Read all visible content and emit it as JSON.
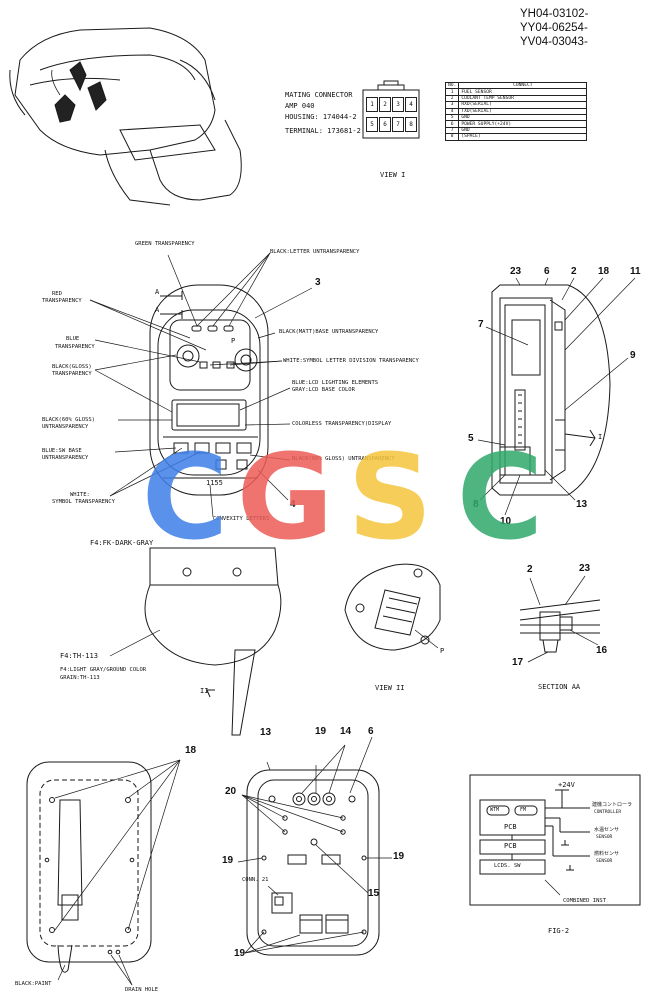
{
  "header_codes": [
    "YH04-03102-",
    "YY04-06254-",
    "YV04-03043-"
  ],
  "connector_info": {
    "mating": "MATING CONNECTOR",
    "amp": "AMP 040",
    "housing": "HOUSING: 174044-2",
    "terminal": "TERMINAL: 173681-2",
    "pins": [
      "1",
      "2",
      "3",
      "4",
      "5",
      "6",
      "7",
      "8"
    ],
    "table_header": [
      "NO.",
      "CONNECT"
    ],
    "rows": [
      [
        "1",
        "FUEL SENSOR"
      ],
      [
        "2",
        "COOLANT TEMP SENSOR"
      ],
      [
        "3",
        "RXD(SERIAL)"
      ],
      [
        "4",
        "TXD(SERIAL)"
      ],
      [
        "5",
        "GND"
      ],
      [
        "6",
        "POWER SUPPLY(+24V)"
      ],
      [
        "7",
        "GND"
      ],
      [
        "8",
        "(SPACE)"
      ]
    ]
  },
  "views": {
    "view1": "VIEW I",
    "view2": "VIEW II",
    "section": "SECTION AA",
    "fig2": "FIG-2",
    "combined": "COMBINED INST"
  },
  "labels": {
    "green_transparency": "GREEN TRANSPARENCY",
    "black_letter_untransparency": "BLACK:LETTER UNTRANSPARENCY",
    "red_transparency_1": "RED",
    "red_transparency_2": "TRANSPARENCY",
    "black_matt": "BLACK(MATT)BASE UNTRANSPARENCY",
    "blue_transparency_1": "BLUE",
    "blue_transparency_2": "TRANSPARENCY",
    "white_symbol_letter": "WHITE:SYMBOL LETTER DIVISION TRANSPARENCY",
    "black_gloss_1": "BLACK(GLOSS)",
    "black_gloss_2": "TRANSPARENCY",
    "blue_lcd_1": "BLUE:LCD LIGHTING ELEMENTS",
    "blue_lcd_2": "GRAY:LCD BASE COLOR",
    "black_60_1": "BLACK(60% GLOSS)",
    "black_60_2": "UNTRANSPARENCY",
    "colorless": "COLORLESS TRANSPARENCY(DISPLAY",
    "blue_sw_1": "BLUE:SW BASE",
    "blue_sw_2": "UNTRANSPARENCY",
    "black_60_untr": "BLACK(60% GLOSS) UNTRANSPARENCY",
    "white_symbol_1": "WHITE:",
    "white_symbol_2": "SYMBOL TRANSPARENCY",
    "convexity": "CONVEXITY LETTERS",
    "f4_fk": "F4:FK-DARK-GRAY",
    "f4_th": "F4:TH-113",
    "f4_light_1": "F4:LIGHT GRAY/GROUND COLOR",
    "f4_light_2": "GRAIN:TH-113",
    "marker_a_top": "A",
    "marker_a_bottom": "A",
    "marker_ii": "II",
    "marker_i": "I",
    "marker_p1": "P",
    "marker_p2": "P",
    "black_paint": "BLACK:PAINT",
    "drain_hole": "DRAIN HOLE",
    "conn_21": "CONN. 21",
    "plus24v": "+24V",
    "wtm": "WTM",
    "fm": "FM",
    "pcb1": "PCB",
    "pcb2": "PCB",
    "lcds": "LCDS. SW",
    "ctrl_jp": "建機コントローラ",
    "ctrl_en": "CONTROLLER",
    "temp_jp": "水温センサ",
    "temp_en": "SENSOR",
    "fuel_jp": "燃料センサ",
    "fuel_en": "SENSOR",
    "face_code": "1155"
  },
  "callouts": {
    "n23a": "23",
    "n6a": "6",
    "n2a": "2",
    "n18a": "18",
    "n11": "11",
    "n7": "7",
    "n9": "9",
    "n5": "5",
    "n8": "8",
    "n10": "10",
    "n13a": "13",
    "n3": "3",
    "n4": "4",
    "n2b": "2",
    "n23b": "23",
    "n17": "17",
    "n16": "16",
    "n13b": "13",
    "n19a": "19",
    "n14": "14",
    "n6b": "6",
    "n20": "20",
    "n19b": "19",
    "n19c": "19",
    "n15": "15",
    "n19d": "19",
    "n18b": "18"
  },
  "watermark": {
    "letters": [
      "C",
      "G",
      "S",
      "C"
    ],
    "colors": [
      "#3d7fe8",
      "#ec5a55",
      "#f5c43c",
      "#2fa86a"
    ]
  }
}
